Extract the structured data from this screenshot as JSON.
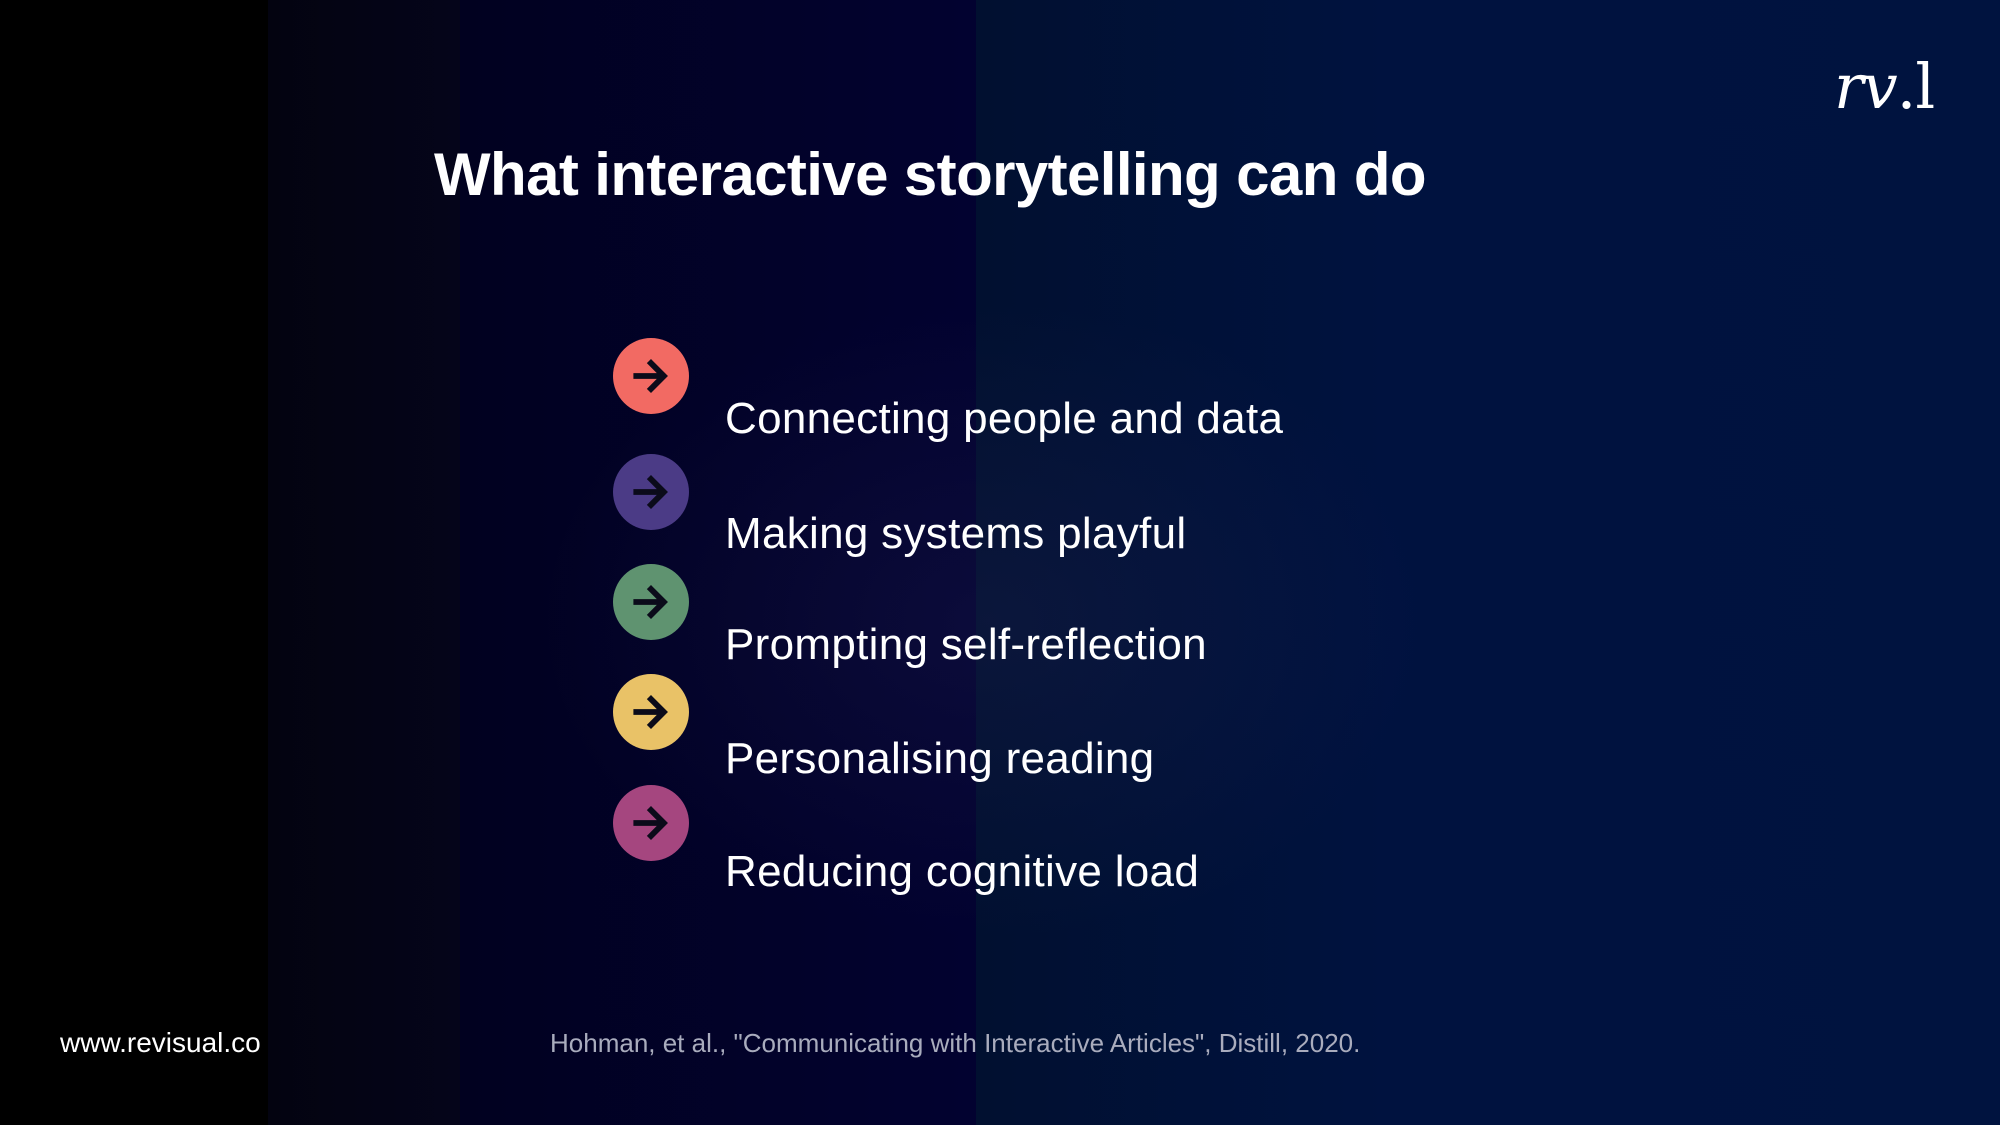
{
  "slide": {
    "logo": {
      "rv": "rv",
      "dot_l": ".l"
    },
    "title": "What interactive storytelling can do",
    "items": [
      {
        "label": "Connecting people and data",
        "icon": "arrow-right-icon",
        "color": "#f26a63"
      },
      {
        "label": "Making systems playful",
        "icon": "arrow-right-icon",
        "color": "#4b3b86"
      },
      {
        "label": "Prompting self-reflection",
        "icon": "arrow-right-icon",
        "color": "#5f9370"
      },
      {
        "label": "Personalising reading",
        "icon": "arrow-right-icon",
        "color": "#e9c267"
      },
      {
        "label": "Reducing cognitive load",
        "icon": "arrow-right-icon",
        "color": "#a5467f"
      }
    ],
    "arrow_color": "#0b0b1a"
  },
  "footer": {
    "url": "www.revisual.co",
    "citation": "Hohman, et al., \"Communicating with Interactive Articles\", Distill, 2020."
  }
}
